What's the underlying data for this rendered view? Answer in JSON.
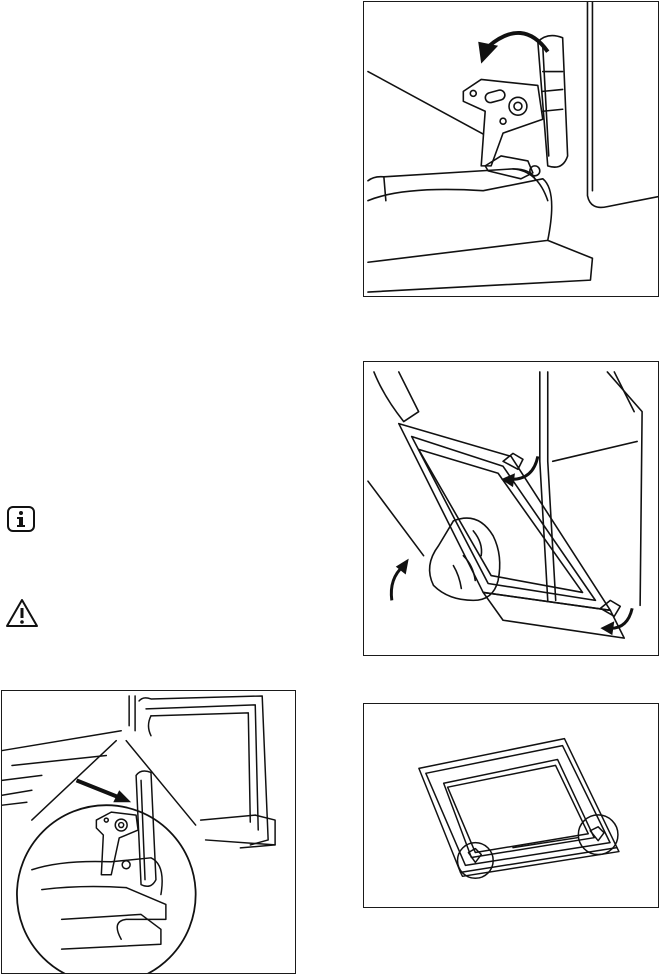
{
  "icons": {
    "info": "info-icon",
    "warning": "warning-icon"
  },
  "illustrations": [
    "hinge-lever-rotate",
    "remove-door-lift",
    "hinge-lever-closeup",
    "door-glass-panel-clips"
  ]
}
